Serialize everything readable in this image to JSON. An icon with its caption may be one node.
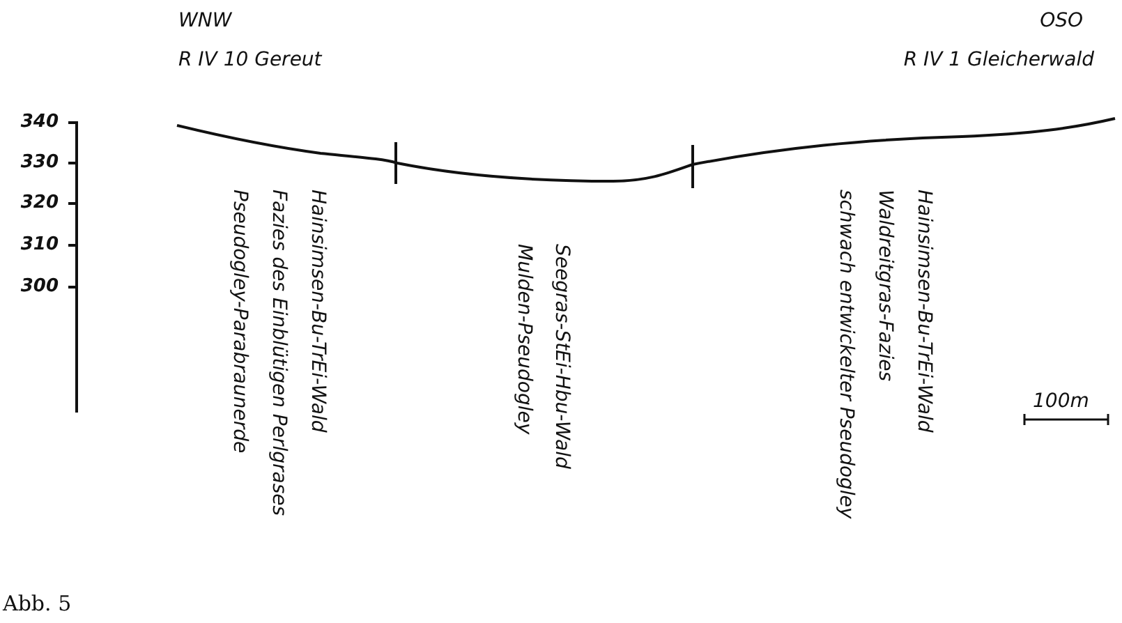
{
  "diagram": {
    "labels": [
      "WNW",
      "OSO",
      "R IV 10 Gereut",
      "R IV 1 Gleicherwald",
      "340",
      "330",
      "320",
      "310",
      "300",
      "Hainsimsen-Bu-TrEi-Wald",
      "Fazies des Einblütigen Perlgrases",
      "Pseudogley-Parabraunerde",
      "Seegras-StEi-Hbu-Wald",
      "Mulden-Pseudogley",
      "Hainsimsen-Bu-TrEi-Wald",
      "Waldreitgras-Fazies",
      "schwach entwickelter Pseudogley",
      "100m",
      "Abb. 5"
    ]
  }
}
